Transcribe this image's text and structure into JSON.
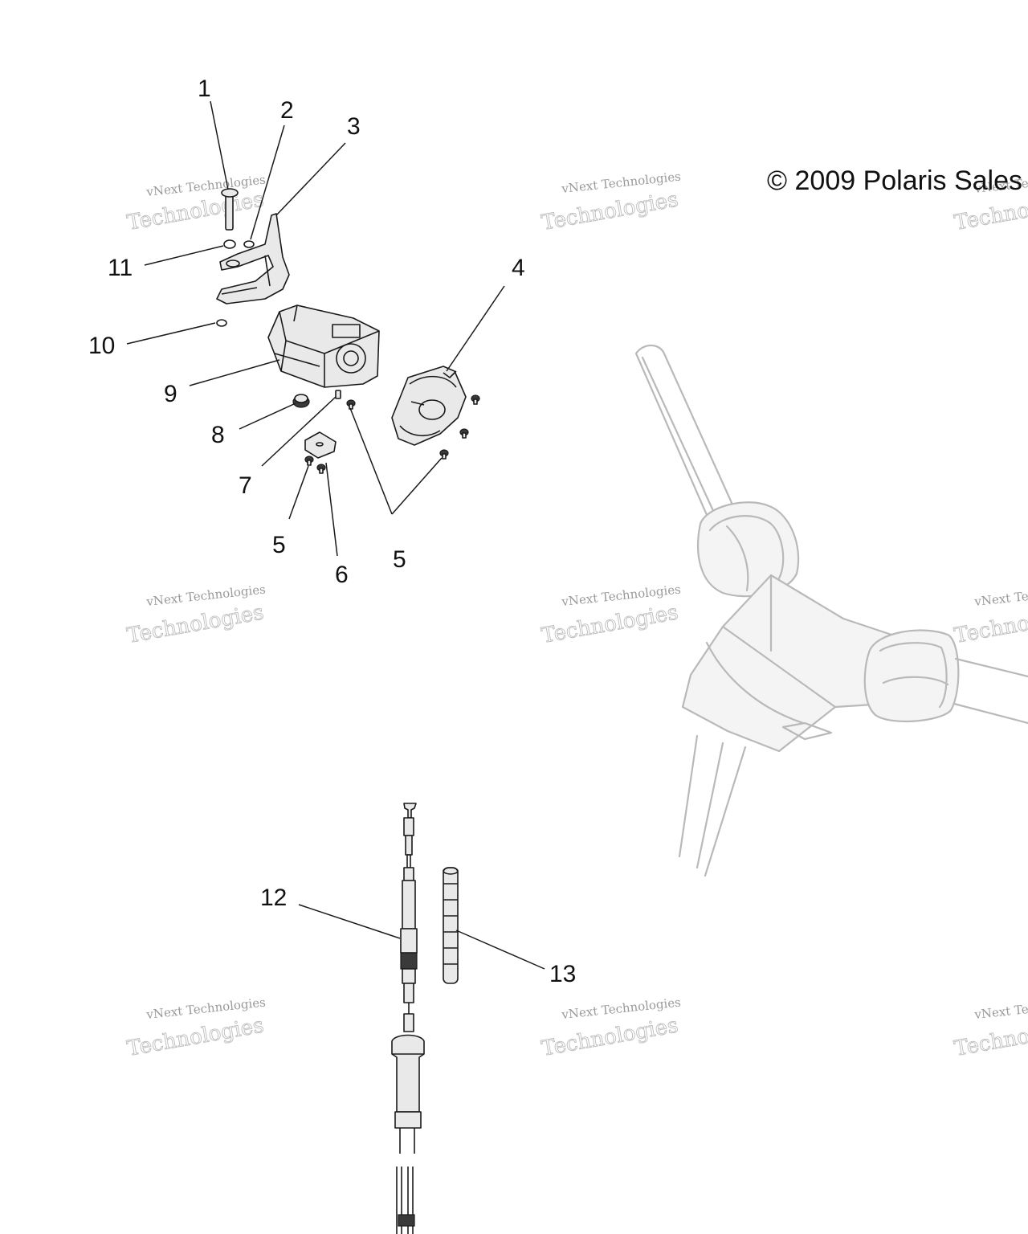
{
  "copyright": "© 2009 Polaris Sales",
  "watermark": {
    "line1": "vNext Technologies",
    "line2": "Technologies"
  },
  "callouts": {
    "c1": "1",
    "c2": "2",
    "c3": "3",
    "c4": "4",
    "c5a": "5",
    "c5b": "5",
    "c6": "6",
    "c7": "7",
    "c8": "8",
    "c9": "9",
    "c10": "10",
    "c11": "11",
    "c12": "12",
    "c13": "13"
  }
}
